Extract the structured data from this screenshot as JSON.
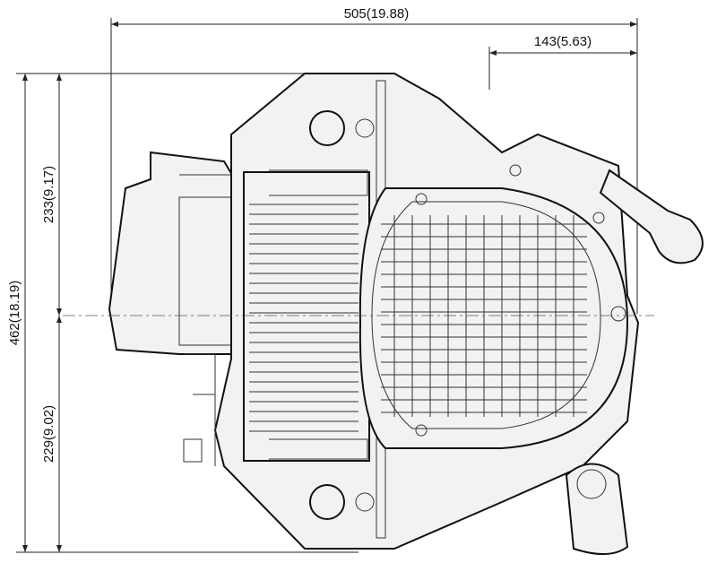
{
  "dimensions": {
    "overall_width": "505(19.88)",
    "right_offset": "143(5.63)",
    "overall_height": "462(18.19)",
    "upper_height": "233(9.17)",
    "lower_height": "229(9.02)"
  },
  "colors": {
    "line": "#111111",
    "fill": "#f2f2f2",
    "background": "#ffffff"
  }
}
